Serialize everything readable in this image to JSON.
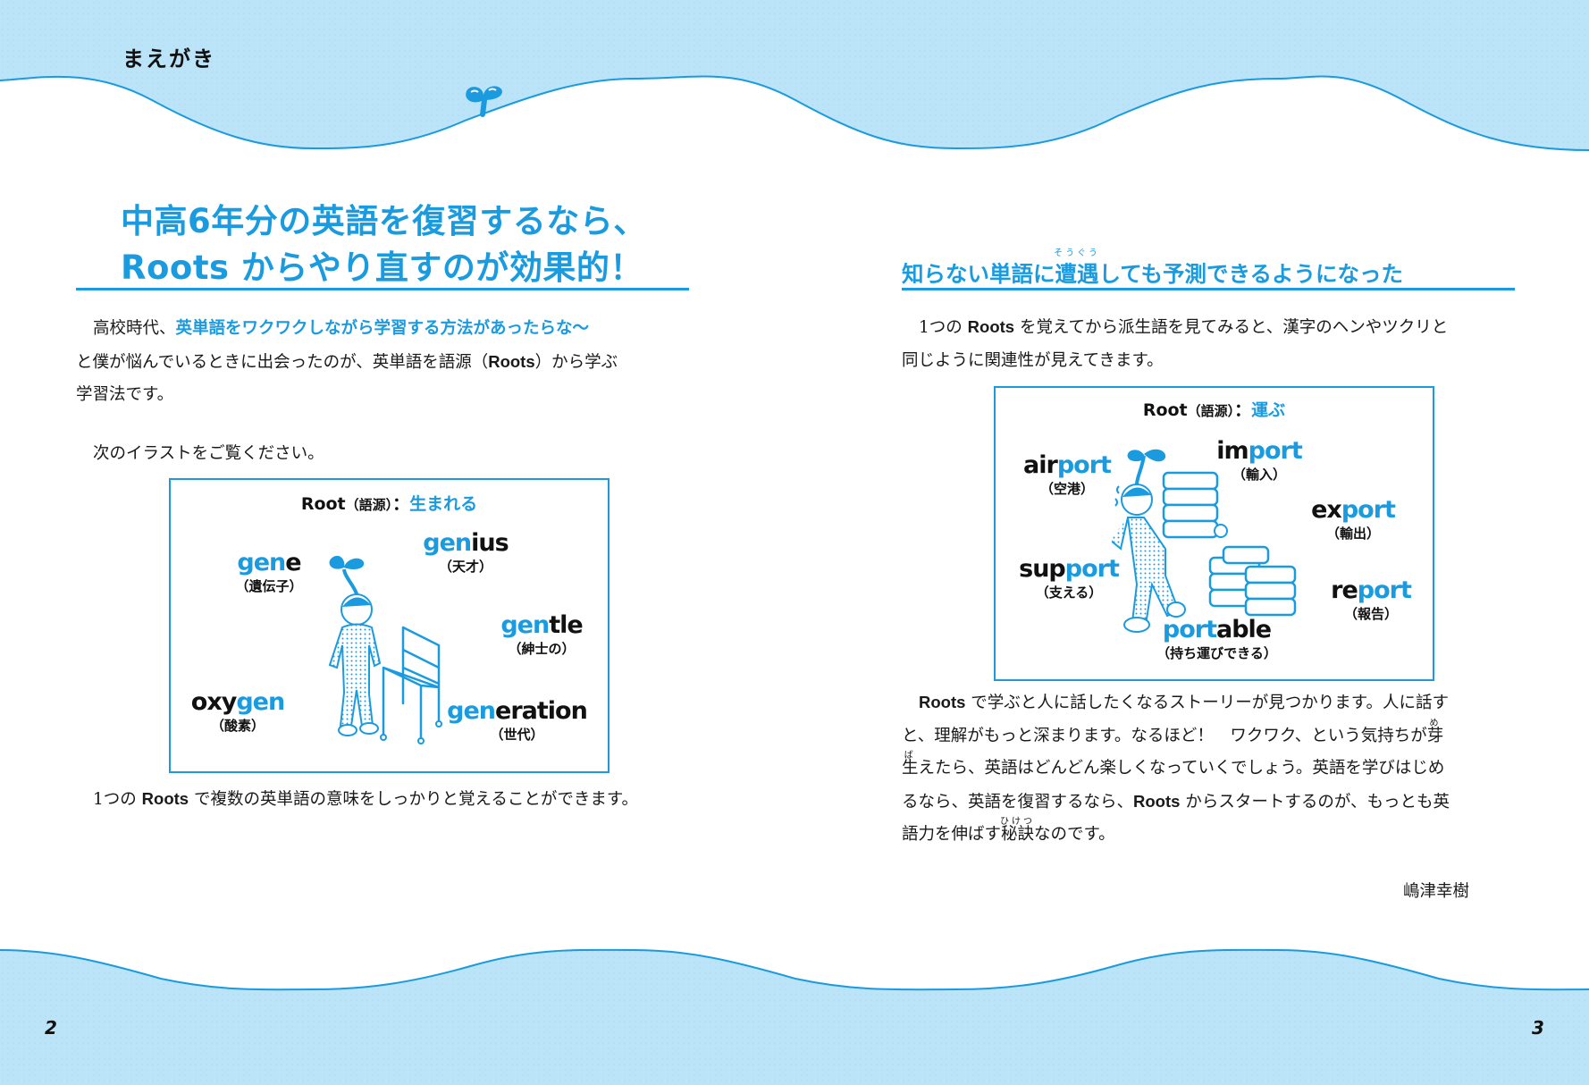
{
  "header": {
    "chapter_title": "まえがき"
  },
  "colors": {
    "accent": "#1a9be0",
    "wave_fill": "#bce4f8",
    "text": "#1a1a1a"
  },
  "left_page": {
    "headline_line1": "中高6年分の英語を復習するなら、",
    "headline_line2": "Roots からやり直すのが効果的！",
    "intro": {
      "lead": "高校時代、",
      "highlight": "英単語をワクワクしながら学習する方法があったらな〜",
      "line2_pre": "と僕が悩んでいるときに出会ったのが、英単語を語源（",
      "roots_word": "Roots",
      "line2_post": "）から学ぶ",
      "line3": "学習法です。"
    },
    "see_illustration": "次のイラストをご覧ください。",
    "figure": {
      "title_prefix": "Root",
      "title_paren": "（語源）",
      "title_colon": "：",
      "title_meaning": "生まれる",
      "root": "gen",
      "words": [
        {
          "pre": "",
          "root": "gen",
          "post": "e",
          "meaning": "（遺伝子）"
        },
        {
          "pre": "",
          "root": "gen",
          "post": "ius",
          "meaning": "（天才）"
        },
        {
          "pre": "",
          "root": "gen",
          "post": "tle",
          "meaning": "（紳士の）"
        },
        {
          "pre": "oxy",
          "root": "gen",
          "post": "",
          "meaning": "（酸素）"
        },
        {
          "pre": "",
          "root": "gen",
          "post": "eration",
          "meaning": "（世代）"
        }
      ]
    },
    "caption": {
      "pre": "1つの ",
      "roots_word": "Roots",
      "post": " で複数の英単語の意味をしっかりと覚えることができます。"
    },
    "page_number": "2"
  },
  "right_page": {
    "subheading": {
      "pre": "知らない単語に",
      "ruby_base": "遭遇",
      "ruby_text": "そうぐう",
      "post": "しても予測できるようになった"
    },
    "para1": {
      "pre": "1つの ",
      "roots_word": "Roots",
      "line1_post": " を覚えてから派生語を見てみると、漢字のヘンやツクリと",
      "line2": "同じように関連性が見えてきます。"
    },
    "figure": {
      "title_prefix": "Root",
      "title_paren": "（語源）",
      "title_colon": "：",
      "title_meaning": "運ぶ",
      "root": "port",
      "words": [
        {
          "pre": "air",
          "root": "port",
          "post": "",
          "meaning": "（空港）"
        },
        {
          "pre": "im",
          "root": "port",
          "post": "",
          "meaning": "（輸入）"
        },
        {
          "pre": "ex",
          "root": "port",
          "post": "",
          "meaning": "（輸出）"
        },
        {
          "pre": "sup",
          "root": "port",
          "post": "",
          "meaning": "（支える）"
        },
        {
          "pre": "re",
          "root": "port",
          "post": "",
          "meaning": "（報告）"
        },
        {
          "pre": "",
          "root": "port",
          "post": "able",
          "meaning": "（持ち運びできる）"
        }
      ]
    },
    "para2": {
      "l1_roots": "Roots",
      "l1": " で学ぶと人に話したくなるストーリーが見つかります。人に話す",
      "l2_pre": "と、理解がもっと深まります。なるほど！　ワクワク、という気持ちが",
      "l2_ruby_base": "芽",
      "l2_ruby_text": "め",
      "l3_ruby_base": "生",
      "l3_ruby_text": "ば",
      "l3_post": "えたら、英語はどんどん楽しくなっていくでしょう。英語を学びはじめ",
      "l4_pre": "るなら、英語を復習するなら、",
      "l4_roots": "Roots",
      "l4_post": " からスタートするのが、もっとも英",
      "l5_pre": "語力を伸ばす",
      "l5_ruby_base": "秘訣",
      "l5_ruby_text": "ひけつ",
      "l5_post": "なのです。"
    },
    "signature": "嶋津幸樹",
    "page_number": "3"
  }
}
